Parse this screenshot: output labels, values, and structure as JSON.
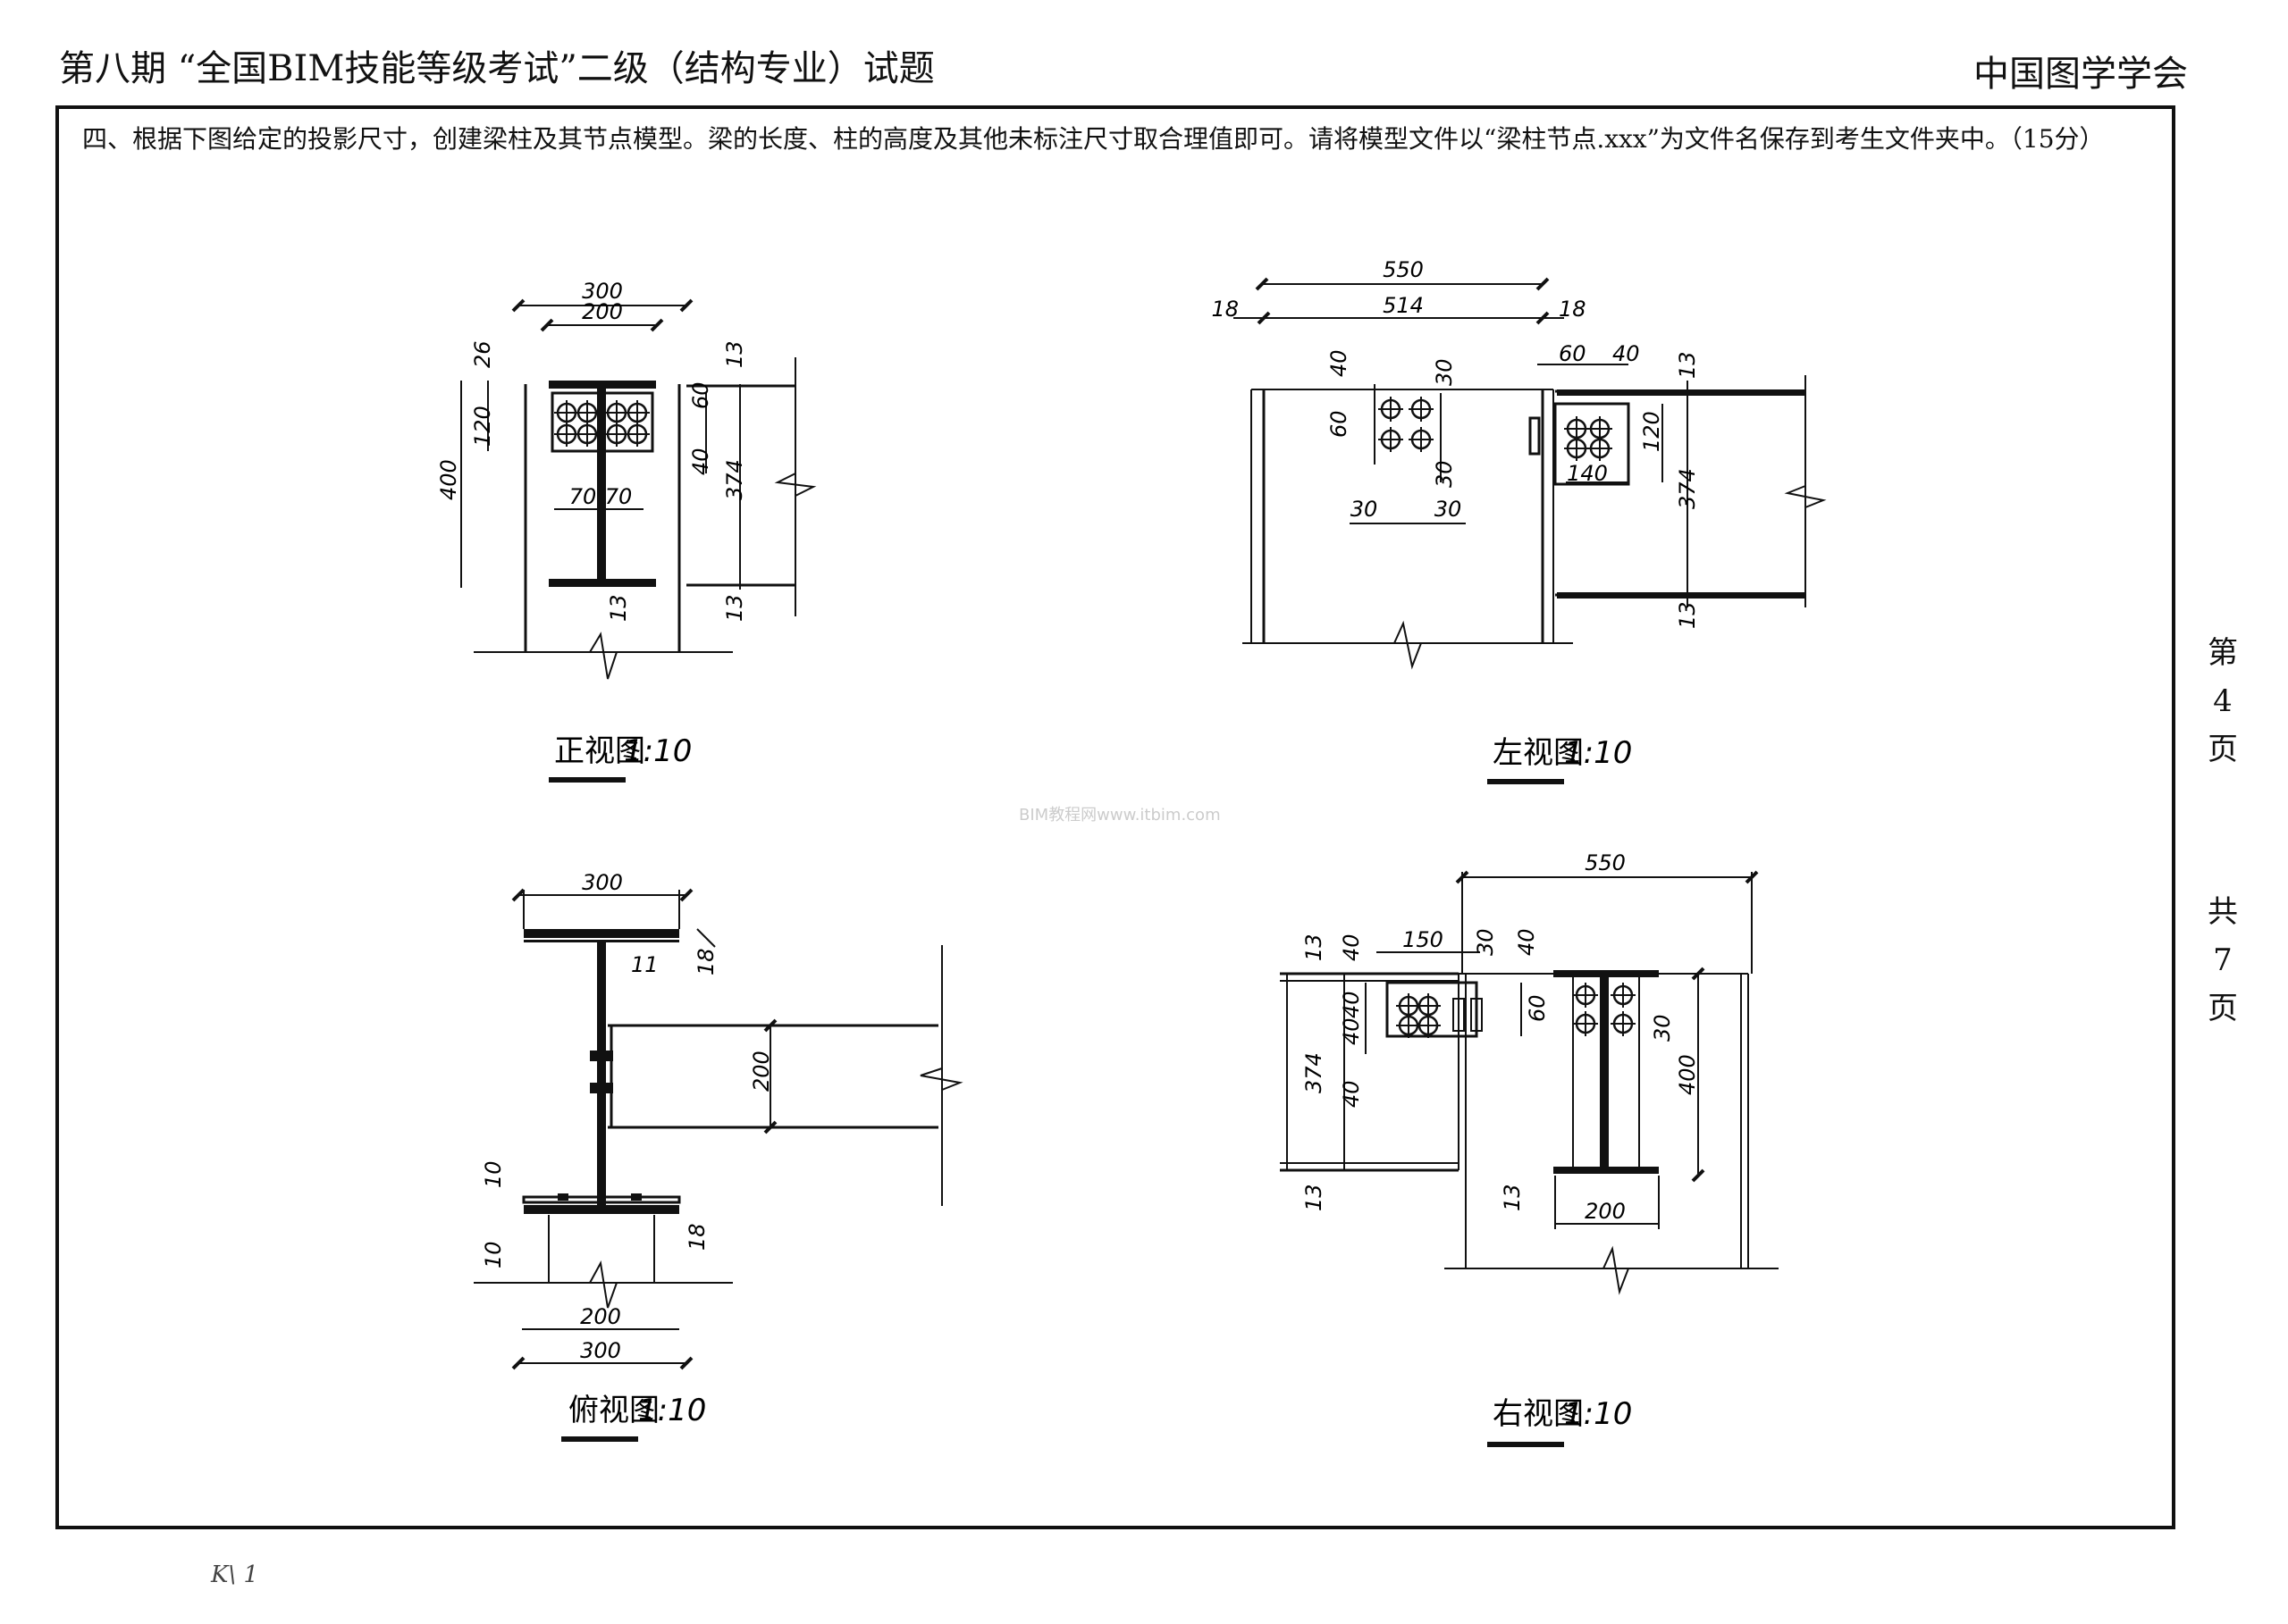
{
  "header": {
    "title": "第八期 “全国BIM技能等级考试”二级（结构专业）试题",
    "organization": "中国图学学会"
  },
  "question": {
    "text": "四、根据下图给定的投影尺寸，创建梁柱及其节点模型。梁的长度、柱的高度及其他未标注尺寸取合理值即可。请将模型文件以“梁柱节点.xxx”为文件名保存到考生文件夹中。（15分）"
  },
  "page_info": {
    "page_label": "第",
    "page_num": "4",
    "page_unit": "页",
    "total_label": "共",
    "total_num": "7",
    "total_unit": "页"
  },
  "views": {
    "front": {
      "caption": "正视图",
      "scale": "1:10",
      "dims": {
        "w300": "300",
        "w200": "200",
        "d26": "26",
        "d13a": "13",
        "d120": "120",
        "d60": "60",
        "d400": "400",
        "d40": "40",
        "d374": "374",
        "d70a": "70",
        "d70b": "70",
        "d13b": "13",
        "d13c": "13"
      }
    },
    "left": {
      "caption": "左视图",
      "scale": "1:10",
      "dims": {
        "w550": "550",
        "w514": "514",
        "l18": "18",
        "r18": "18",
        "d40a": "40",
        "d30a": "30",
        "d60": "60",
        "d30b": "30",
        "h30a": "30",
        "h30b": "30",
        "t60": "60",
        "t40": "40",
        "d13a": "13",
        "d120": "120",
        "d140": "140",
        "d374": "374",
        "d13b": "13"
      }
    },
    "top": {
      "caption": "俯视图",
      "scale": "1:10",
      "dims": {
        "w300a": "300",
        "d11": "11",
        "d18a": "18",
        "d200": "200",
        "d10a": "10",
        "d10b": "10",
        "d18b": "18",
        "w200": "200",
        "w300b": "300"
      }
    },
    "right": {
      "caption": "右视图",
      "scale": "1:10",
      "dims": {
        "w550": "550",
        "w150": "150",
        "d13a": "13",
        "d40a": "40",
        "d30a": "30",
        "d40b": "40",
        "d40c": "40",
        "d40d": "40",
        "d374": "374",
        "d40e": "40",
        "d13b": "13",
        "d60": "60",
        "d30b": "30",
        "d400": "400",
        "d13c": "13",
        "w200": "200"
      }
    }
  },
  "watermark": "BIM教程网www.itbim.com",
  "handwritten_mark": "K\\ 1"
}
